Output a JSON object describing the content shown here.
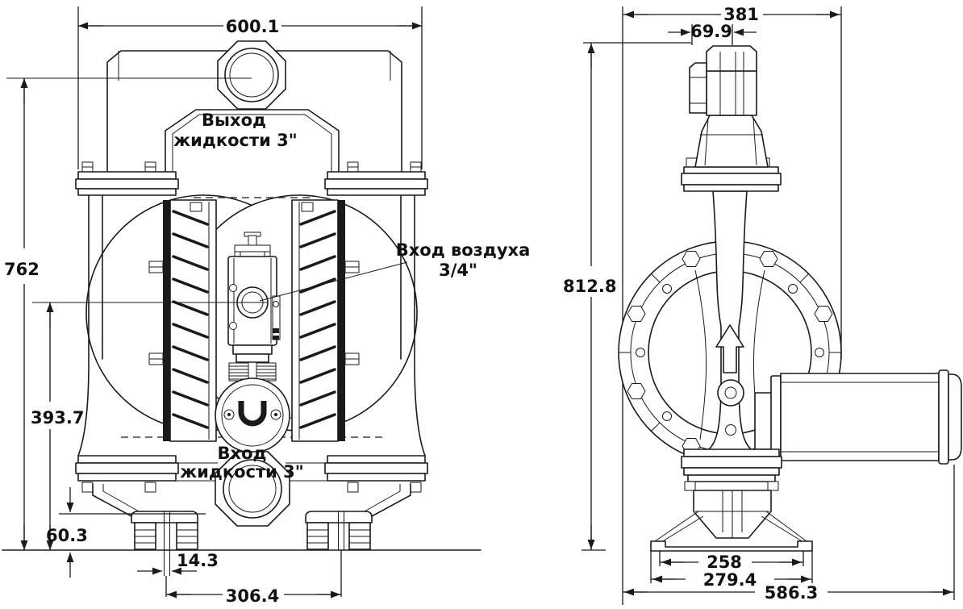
{
  "front_view": {
    "dims": {
      "overall_width": "600.1",
      "overall_height": "762",
      "air_center_height": "393.7",
      "base_height": "60.3",
      "foot_pin_width": "14.3",
      "foot_spacing": "306.4"
    },
    "labels": {
      "outlet_line1": "Выход",
      "outlet_line2": "жидкости 3\"",
      "air_line1": "Вход воздуха",
      "air_line2": "3/4\"",
      "inlet_line1": "Вход",
      "inlet_line2": "жидкости 3\""
    }
  },
  "side_view": {
    "dims": {
      "body_depth": "381",
      "outlet_offset": "69.9",
      "overall_height": "812.8",
      "base_width_inner": "258",
      "base_width_outer": "279.4",
      "overall_depth": "586.3"
    }
  }
}
